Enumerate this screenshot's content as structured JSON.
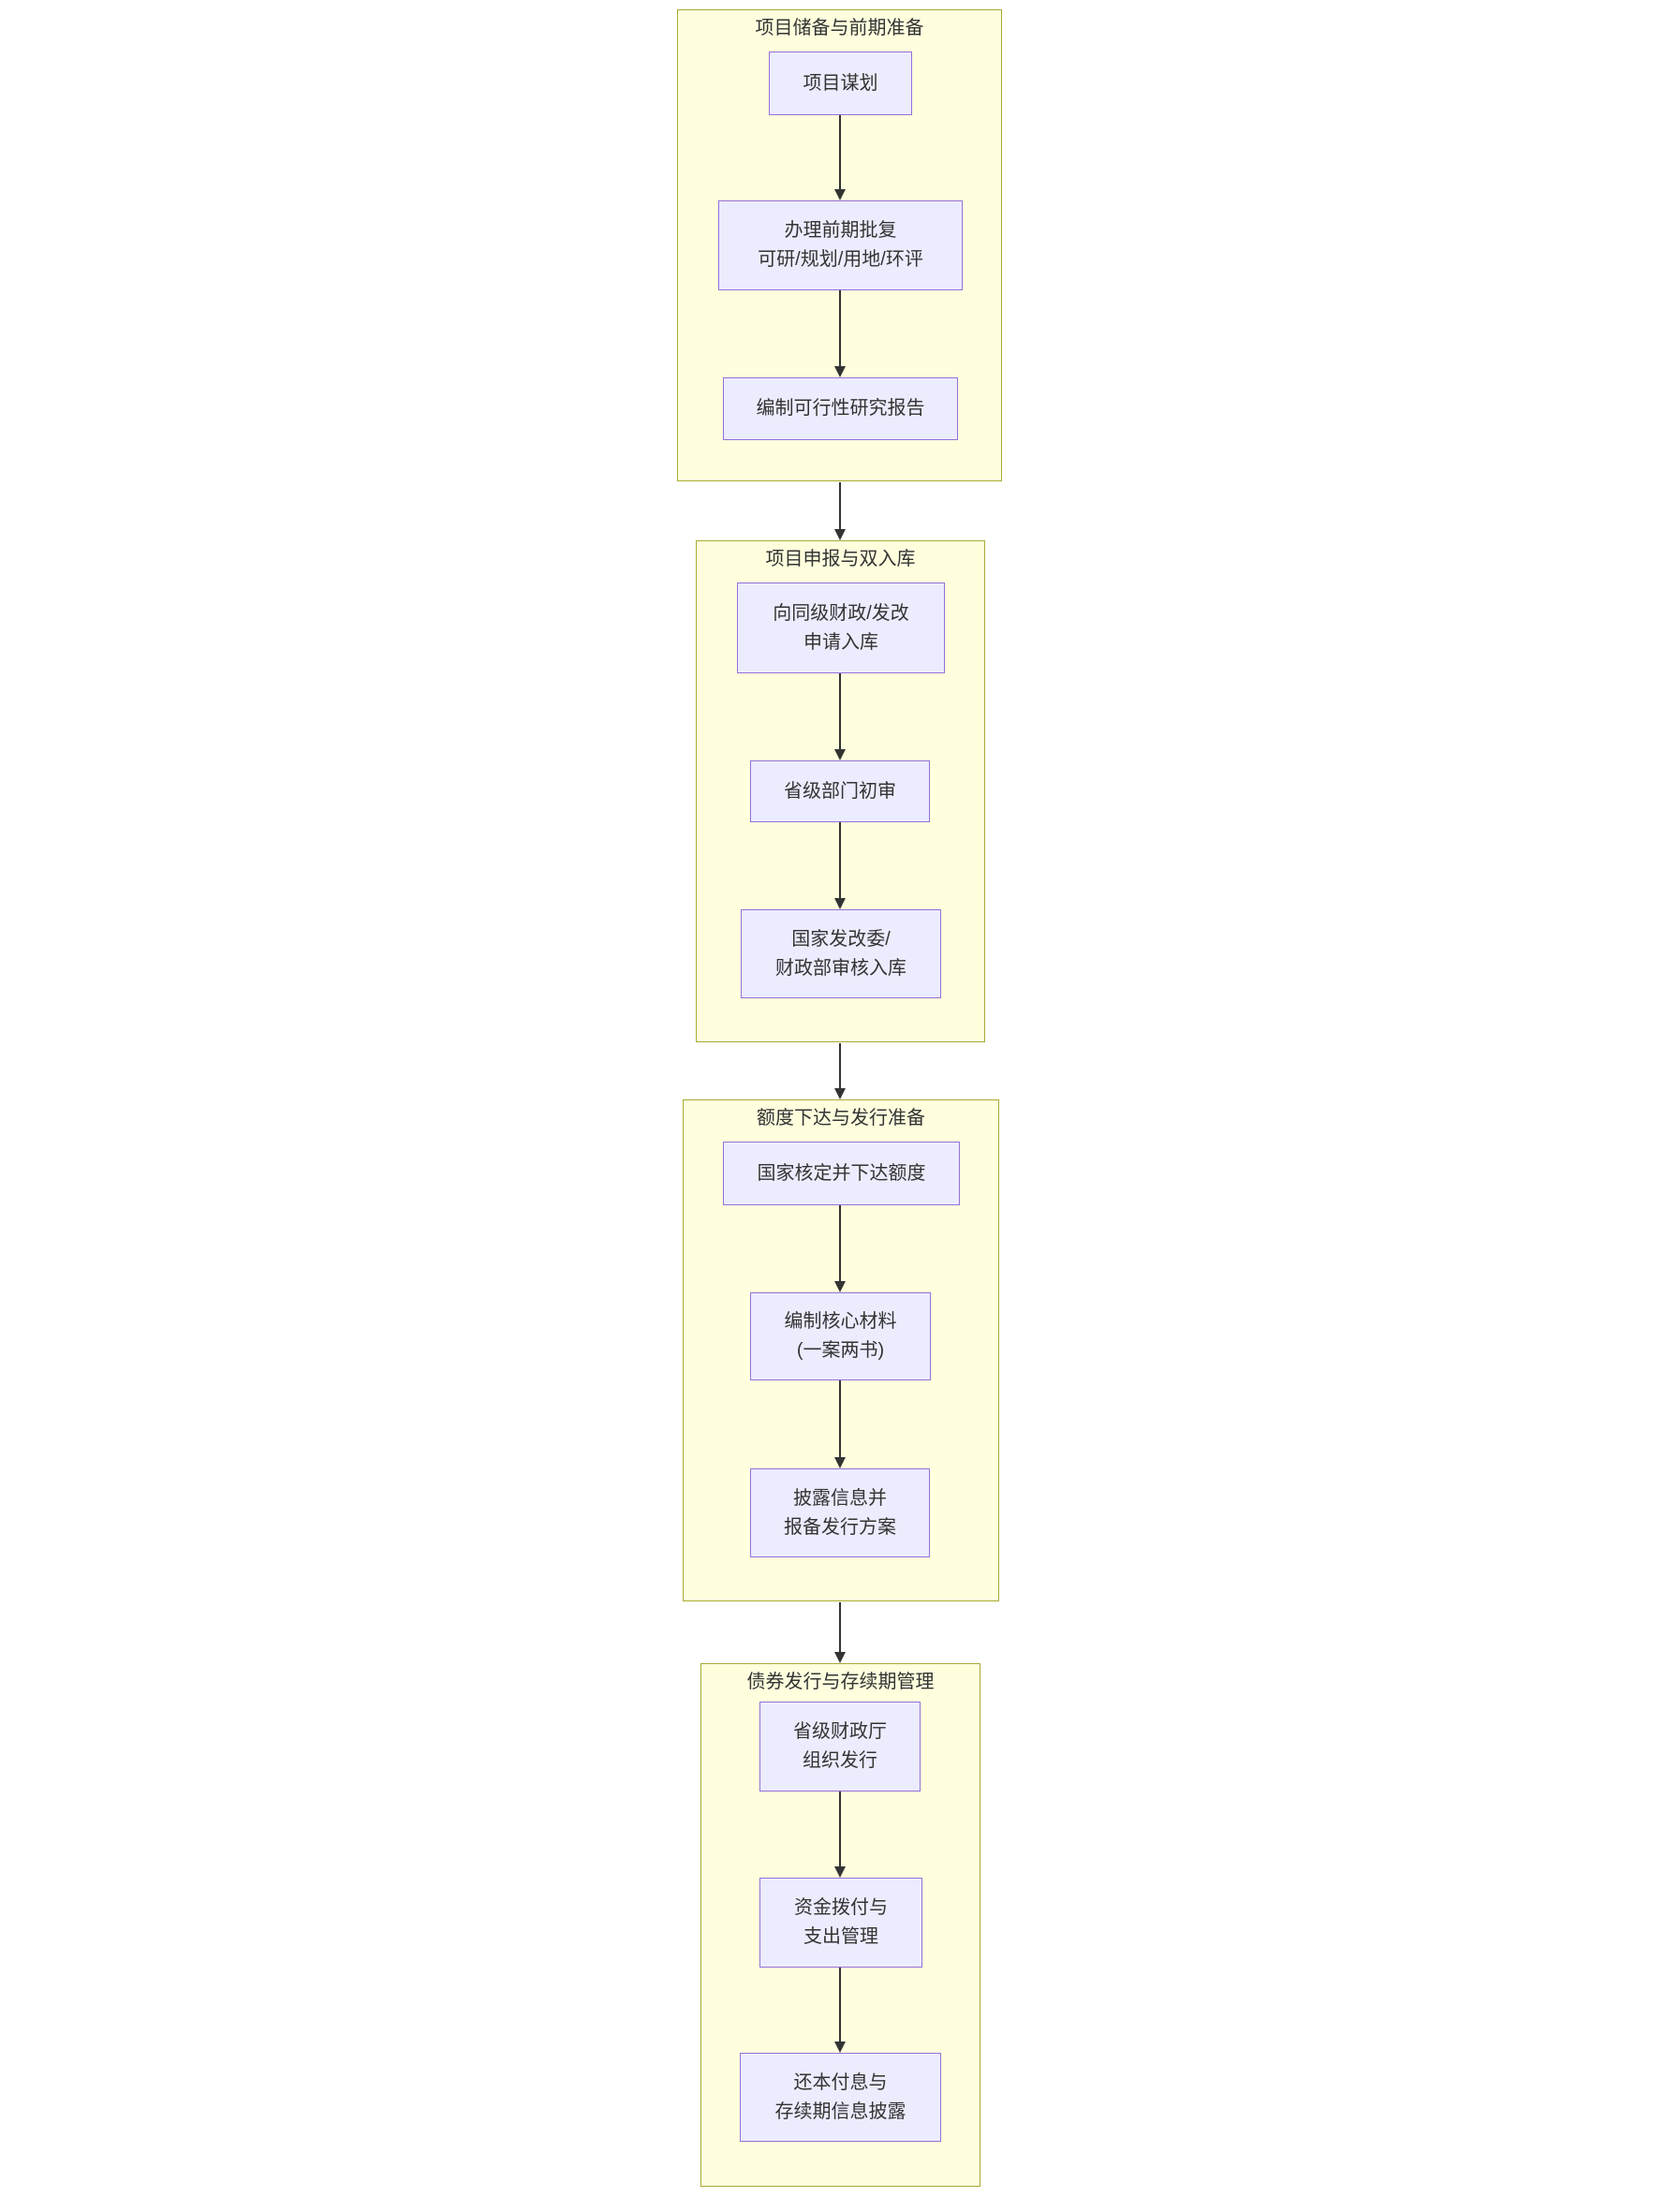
{
  "flowchart": {
    "colors": {
      "cluster_fill": "#ffffde",
      "cluster_border": "#aaaa33",
      "node_fill": "#ececff",
      "node_border": "#9370db",
      "edge_color": "#333333",
      "text_color": "#333333"
    },
    "stages": [
      {
        "title": "项目储备与前期准备",
        "nodes": [
          {
            "label": "项目谋划"
          },
          {
            "label": "办理前期批复\n可研/规划/用地/环评"
          },
          {
            "label": "编制可行性研究报告"
          }
        ]
      },
      {
        "title": "项目申报与双入库",
        "nodes": [
          {
            "label": "向同级财政/发改\n申请入库"
          },
          {
            "label": "省级部门初审"
          },
          {
            "label": "国家发改委/\n财政部审核入库"
          }
        ]
      },
      {
        "title": "额度下达与发行准备",
        "nodes": [
          {
            "label": "国家核定并下达额度"
          },
          {
            "label": "编制核心材料\n(一案两书)"
          },
          {
            "label": "披露信息并\n报备发行方案"
          }
        ]
      },
      {
        "title": "债券发行与存续期管理",
        "nodes": [
          {
            "label": "省级财政厅\n组织发行"
          },
          {
            "label": "资金拨付与\n支出管理"
          },
          {
            "label": "还本付息与\n存续期信息披露"
          }
        ]
      }
    ]
  }
}
